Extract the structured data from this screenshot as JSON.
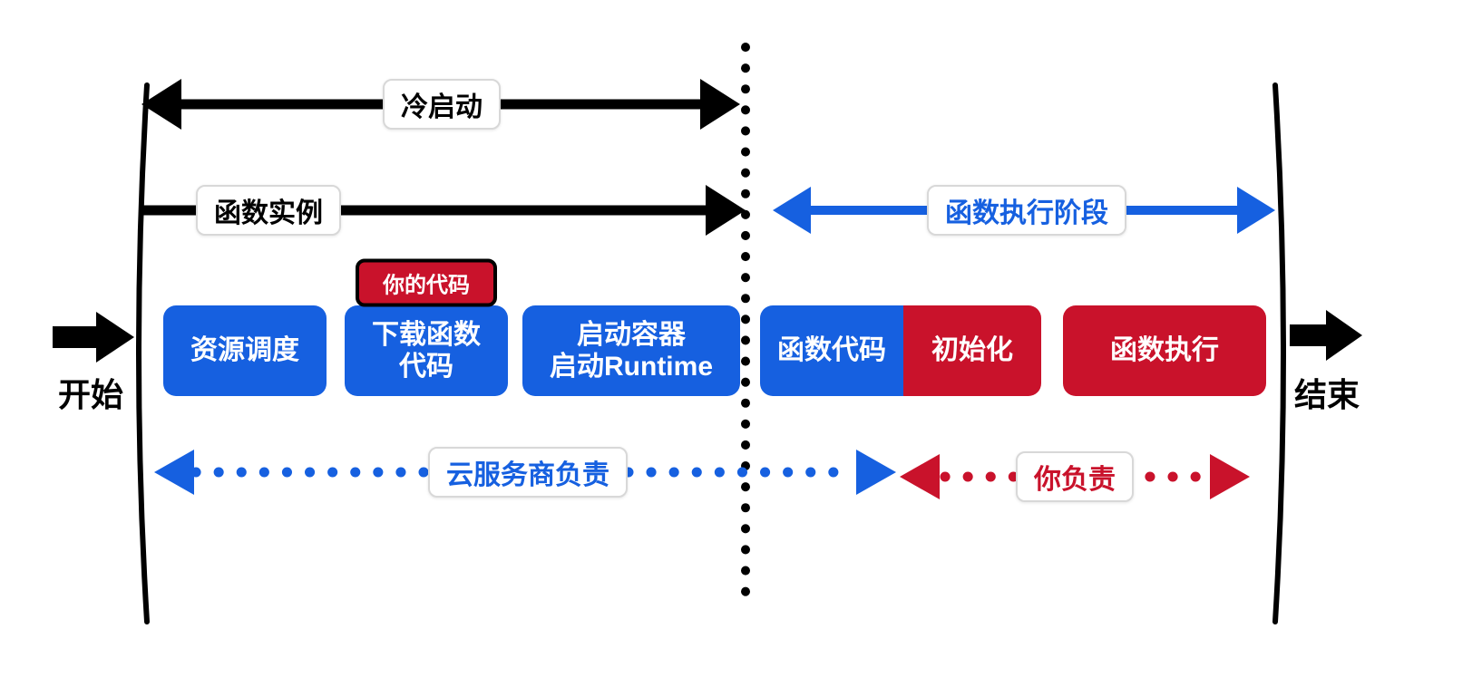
{
  "colors": {
    "blue": "#1660e0",
    "red": "#c9122b",
    "ink": "#000000",
    "label_border": "#d8d8d8",
    "label_bg": "#ffffff"
  },
  "endpoints": {
    "start": "开始",
    "end": "结束"
  },
  "timeline_labels": {
    "cold_start": "冷启动",
    "function_instance": "函数实例",
    "function_execution_phase": "函数执行阶段"
  },
  "steps": [
    {
      "label": "资源调度",
      "color": "blue"
    },
    {
      "label": "下载函数\n代码",
      "color": "blue"
    },
    {
      "label": "启动容器\n启动Runtime",
      "color": "blue"
    },
    {
      "label": "函数代码",
      "color": "blue"
    },
    {
      "label": "初始化",
      "color": "red"
    },
    {
      "label": "函数执行",
      "color": "red"
    }
  ],
  "annotations": {
    "your_code": "你的代码",
    "cloud_provider_responsibility": "云服务商负责",
    "your_responsibility": "你负责"
  }
}
